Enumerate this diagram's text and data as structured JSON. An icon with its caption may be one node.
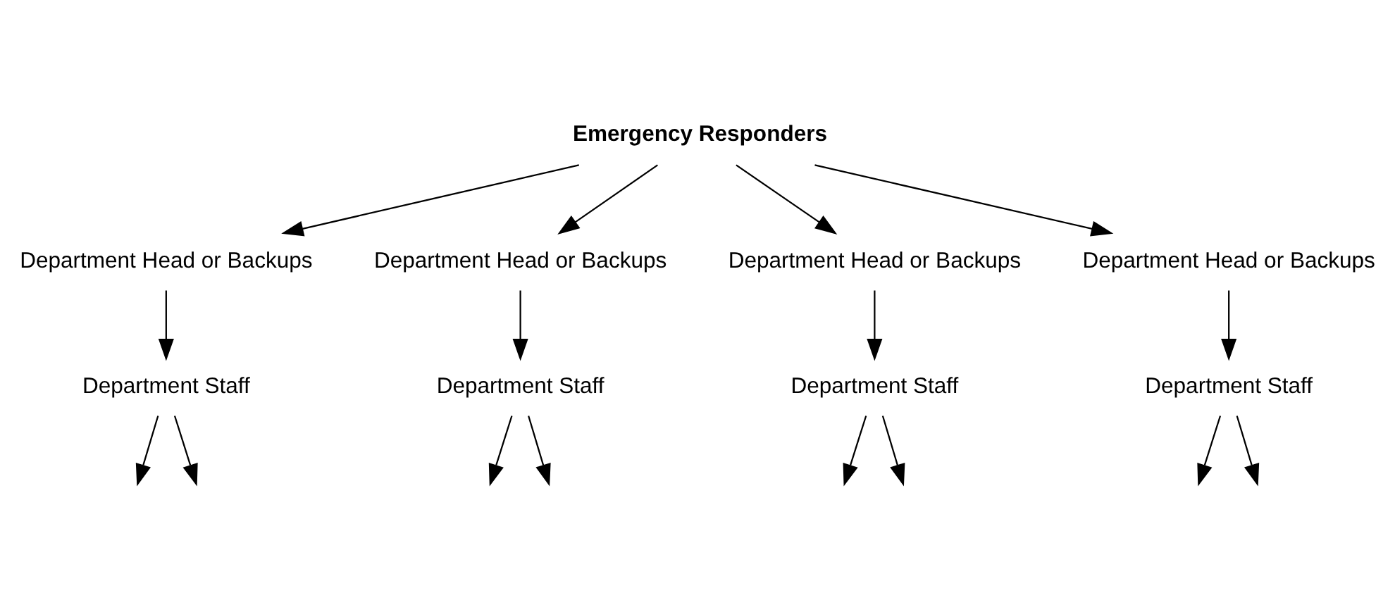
{
  "diagram": {
    "nodes": [
      {
        "text": [
          "Emergency Responders"
        ]
      },
      {
        "text": [
          "Department Head or Backups"
        ]
      },
      {
        "text": [
          "Department Head or Backups"
        ]
      },
      {
        "text": [
          "Department Head or Backups"
        ]
      },
      {
        "text": [
          "Department Head or Backups"
        ]
      },
      {
        "text": [
          "Department Staff"
        ]
      },
      {
        "text": [
          "Department Staff"
        ]
      },
      {
        "text": [
          "Department Staff"
        ]
      },
      {
        "text": [
          "Department Staff"
        ]
      }
    ],
    "edges": [
      {
        "from": 0,
        "to": 1,
        "arrow": "to"
      },
      {
        "from": 0,
        "to": 2,
        "arrow": "to"
      },
      {
        "from": 0,
        "to": 3,
        "arrow": "to"
      },
      {
        "from": 0,
        "to": 4,
        "arrow": "to"
      },
      {
        "from": 1,
        "to": 5,
        "arrow": "to"
      },
      {
        "from": 2,
        "to": 6,
        "arrow": "to"
      },
      {
        "from": 3,
        "to": 7,
        "arrow": "to"
      },
      {
        "from": 4,
        "to": 8,
        "arrow": "to"
      },
      {
        "from": 5,
        "to": null,
        "arrow": "to"
      },
      {
        "from": 5,
        "to": null,
        "arrow": "to"
      },
      {
        "from": 6,
        "to": null,
        "arrow": "to"
      },
      {
        "from": 6,
        "to": null,
        "arrow": "to"
      },
      {
        "from": 7,
        "to": null,
        "arrow": "to"
      },
      {
        "from": 7,
        "to": null,
        "arrow": "to"
      },
      {
        "from": 8,
        "to": null,
        "arrow": "to"
      },
      {
        "from": 8,
        "to": null,
        "arrow": "to"
      }
    ]
  }
}
